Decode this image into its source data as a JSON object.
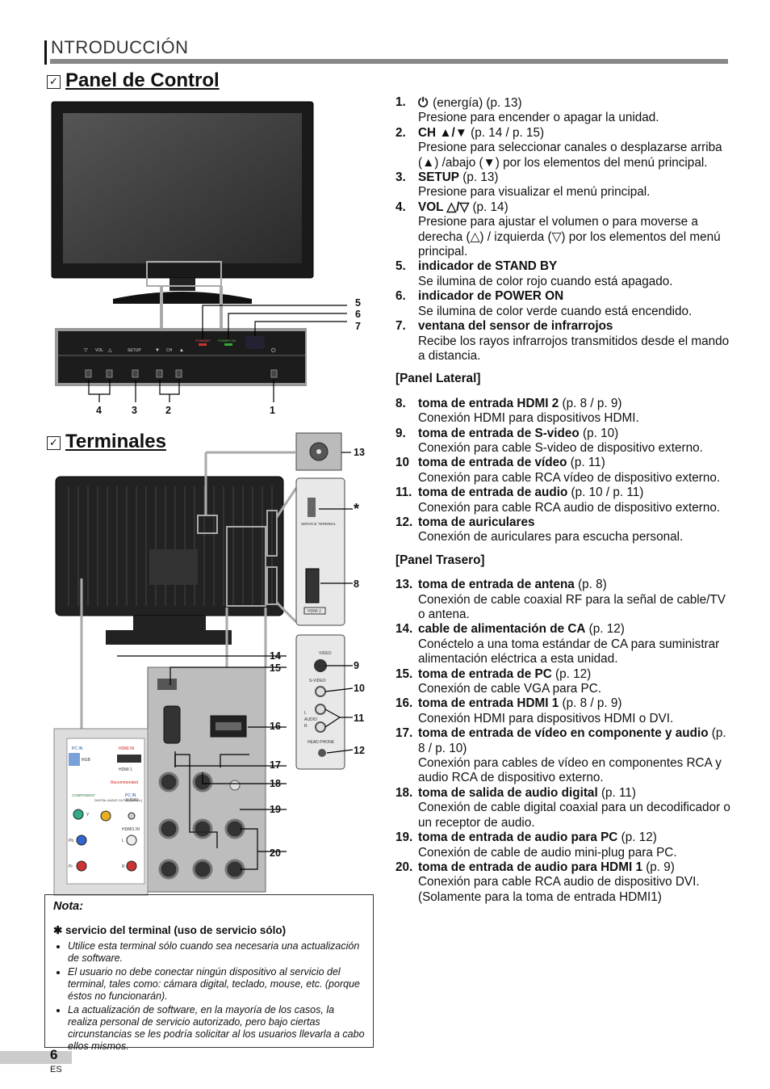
{
  "section": {
    "title": "NTRODUCCIÓN"
  },
  "panel_heading": "Panel de Control",
  "terminals_heading": "Terminales",
  "check_mark": "✓",
  "diagram_labels": {
    "panel_callouts": [
      "5",
      "6",
      "7"
    ],
    "panel_bottom": [
      "4",
      "3",
      "2",
      "1"
    ],
    "panel_texts": {
      "vol": "VOL",
      "setup": "SETUP",
      "ch": "CH",
      "standby": "STANDBY",
      "poweron": "POWER ON"
    },
    "terminal_callouts": [
      "13",
      "*",
      "8",
      "9",
      "10",
      "11",
      "12",
      "14",
      "15",
      "16",
      "17",
      "18",
      "19",
      "20"
    ],
    "side_texts": {
      "service": "SERVICE TERMINAL",
      "hdmi2": "HDMI 2",
      "video": "VIDEO",
      "svideo": "S-VIDEO",
      "audio_l": "L",
      "audio": "AUDIO",
      "audio_r": "R",
      "headphone": "HEAD PHONE"
    },
    "rear_texts": {
      "pc_in": "PC IN",
      "rgb": "RGB",
      "hdmi_in": "HDMI IN",
      "hdmi1": "HDMI 1",
      "recommended": "Recommended",
      "component": "COMPONENT",
      "digital_audio": "DIGITAL AUDIO OUT (COAXIAL)",
      "audio": "AUDIO",
      "hdmi1_in": "HDMI1 IN",
      "pb": "Pb",
      "pr": "Pr",
      "y": "Y",
      "l": "L",
      "r": "R"
    }
  },
  "right_column": {
    "items_a": [
      {
        "num": "1.",
        "title": "",
        "ref": "(energía) (p. 13)",
        "desc": "Presione para encender o apagar la unidad.",
        "icon": "power-icon"
      },
      {
        "num": "2.",
        "title": "CH ▲/▼",
        "ref": "(p. 14 / p. 15)",
        "desc": "Presione para seleccionar canales o desplazarse arriba (▲) /abajo (▼) por los elementos del menú principal."
      },
      {
        "num": "3.",
        "title": "SETUP",
        "ref": "(p. 13)",
        "desc": "Presione para visualizar el menú principal."
      },
      {
        "num": "4.",
        "title": "VOL △/▽",
        "ref": "(p. 14)",
        "desc": "Presione para ajustar el volumen o para moverse a derecha (△) / izquierda (▽) por los elementos del menú principal."
      },
      {
        "num": "5.",
        "title": "indicador de STAND BY",
        "ref": "",
        "desc": "Se ilumina de color rojo cuando está apagado."
      },
      {
        "num": "6.",
        "title": "indicador de POWER ON",
        "ref": "",
        "desc": "Se ilumina de color verde cuando está encendido."
      },
      {
        "num": "7.",
        "title": "ventana del sensor de infrarrojos",
        "ref": "",
        "desc": "Recibe los rayos infrarrojos transmitidos desde el mando a distancia."
      }
    ],
    "lateral_title": "[Panel Lateral]",
    "items_b": [
      {
        "num": "8.",
        "title": "toma de entrada HDMI 2",
        "ref": "(p. 8 / p. 9)",
        "desc": "Conexión HDMI para dispositivos HDMI."
      },
      {
        "num": "9.",
        "title": "toma de entrada de S-video",
        "ref": "(p. 10)",
        "desc": "Conexión para cable S-video de dispositivo externo."
      },
      {
        "num": "10",
        "title": "toma de entrada de vídeo",
        "ref": "(p. 11)",
        "desc": "Conexión para cable RCA vídeo de dispositivo externo."
      },
      {
        "num": "11.",
        "title": "toma de entrada de audio",
        "ref": "(p. 10 / p. 11)",
        "desc": "Conexión para cable RCA audio de dispositivo externo."
      },
      {
        "num": "12.",
        "title": "toma de auriculares",
        "ref": "",
        "desc": "Conexión de auriculares para escucha personal."
      }
    ],
    "trasero_title": "[Panel Trasero]",
    "items_c": [
      {
        "num": "13.",
        "title": "toma de entrada de antena",
        "ref": "(p. 8)",
        "desc": "Conexión de cable coaxial RF para la señal de cable/TV o antena."
      },
      {
        "num": "14.",
        "title": "cable de alimentación de CA",
        "ref": "(p. 12)",
        "desc": "Conéctelo a una toma estándar de CA para suministrar alimentación eléctrica a esta unidad."
      },
      {
        "num": "15.",
        "title": "toma de entrada de PC",
        "ref": "(p. 12)",
        "desc": "Conexión de cable VGA para PC."
      },
      {
        "num": "16.",
        "title": "toma de entrada HDMI 1",
        "ref": "(p. 8 / p. 9)",
        "desc": "Conexión HDMI para dispositivos HDMI o DVI."
      },
      {
        "num": "17.",
        "title": "toma de entrada de vídeo en componente y audio",
        "ref": "(p. 8 / p. 10)",
        "desc": "Conexión para cables de vídeo en componentes RCA y audio RCA de dispositivo externo."
      },
      {
        "num": "18.",
        "title": "toma de salida de audio digital",
        "ref": "(p. 11)",
        "desc": "Conexión de cable digital coaxial para un decodificador o un receptor de audio."
      },
      {
        "num": "19.",
        "title": "toma de entrada de audio para PC",
        "ref": "(p. 12)",
        "desc": "Conexión de cable de audio mini-plug para PC."
      },
      {
        "num": "20.",
        "title": "toma de entrada de audio para HDMI 1",
        "ref": "(p. 9)",
        "desc": "Conexión para cable RCA audio de dispositivo DVI. (Solamente para la toma de entrada HDMI1)"
      }
    ]
  },
  "note": {
    "title": "Nota:",
    "subtitle": "✱ servicio del terminal (uso de servicio sólo)",
    "bullets": [
      "Utilice esta terminal sólo cuando sea necesaria una actualización de software.",
      "El usuario no debe conectar ningún dispositivo al servicio del terminal, tales como: cámara digital, teclado, mouse, etc. (porque éstos no funcionarán).",
      "La actualización de software, en la mayoría de los casos, la realiza personal de servicio autorizado, pero bajo ciertas circunstancias se les podría solicitar al los usuarios llevarla a cabo ellos mismos."
    ]
  },
  "footer": {
    "page": "6",
    "lang": "ES"
  }
}
